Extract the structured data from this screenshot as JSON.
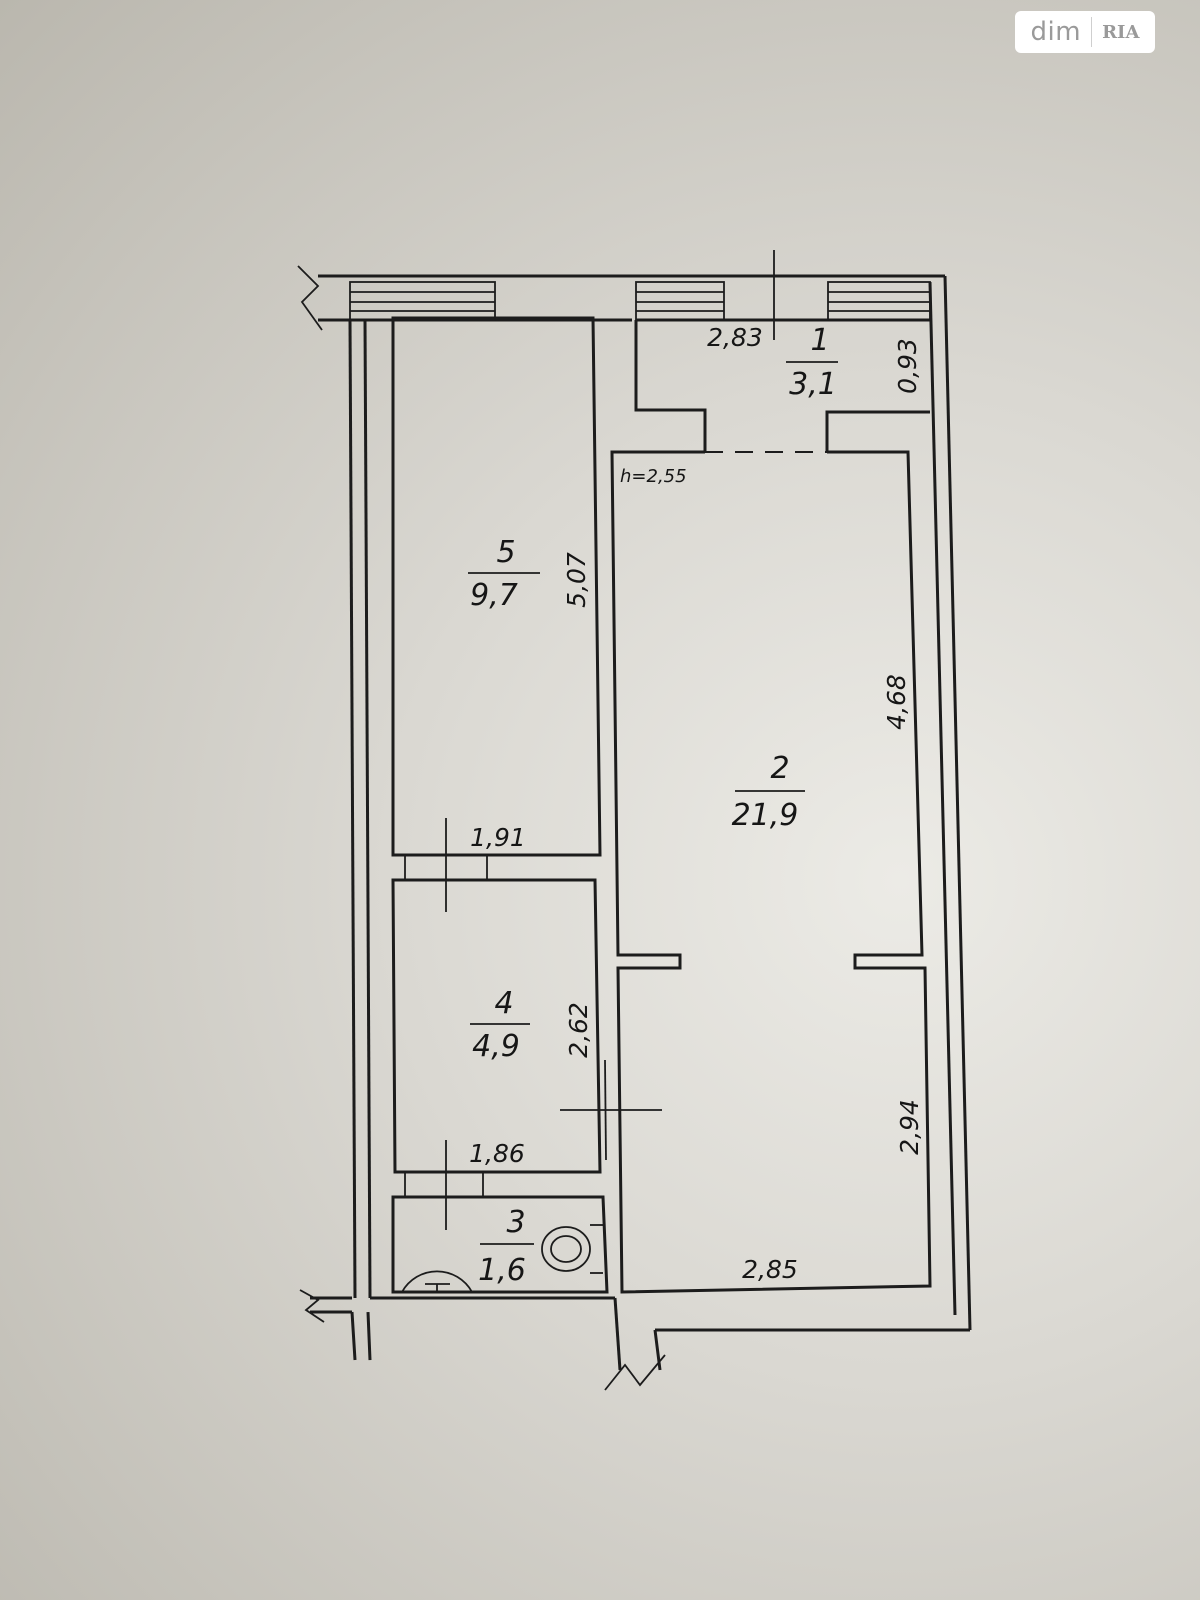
{
  "watermark": {
    "brand_text": "dim",
    "logo_text": "RIA"
  },
  "plan": {
    "height_note": "h=2,55",
    "rooms": [
      {
        "number": "1",
        "area": "3,1"
      },
      {
        "number": "2",
        "area": "21,9"
      },
      {
        "number": "3",
        "area": "1,6"
      },
      {
        "number": "4",
        "area": "4,9"
      },
      {
        "number": "5",
        "area": "9,7"
      }
    ],
    "dimensions": {
      "room1_width": "2,83",
      "room1_depth": "0,93",
      "room5_length": "5,07",
      "room5_width": "1,91",
      "room2_length_upper": "4,68",
      "room2_length_lower": "2,94",
      "room2_width": "2,85",
      "room4_length": "2,62",
      "room4_width": "1,86"
    }
  },
  "colors": {
    "line": "#1c1c1c",
    "paper": "#dad8d2"
  }
}
